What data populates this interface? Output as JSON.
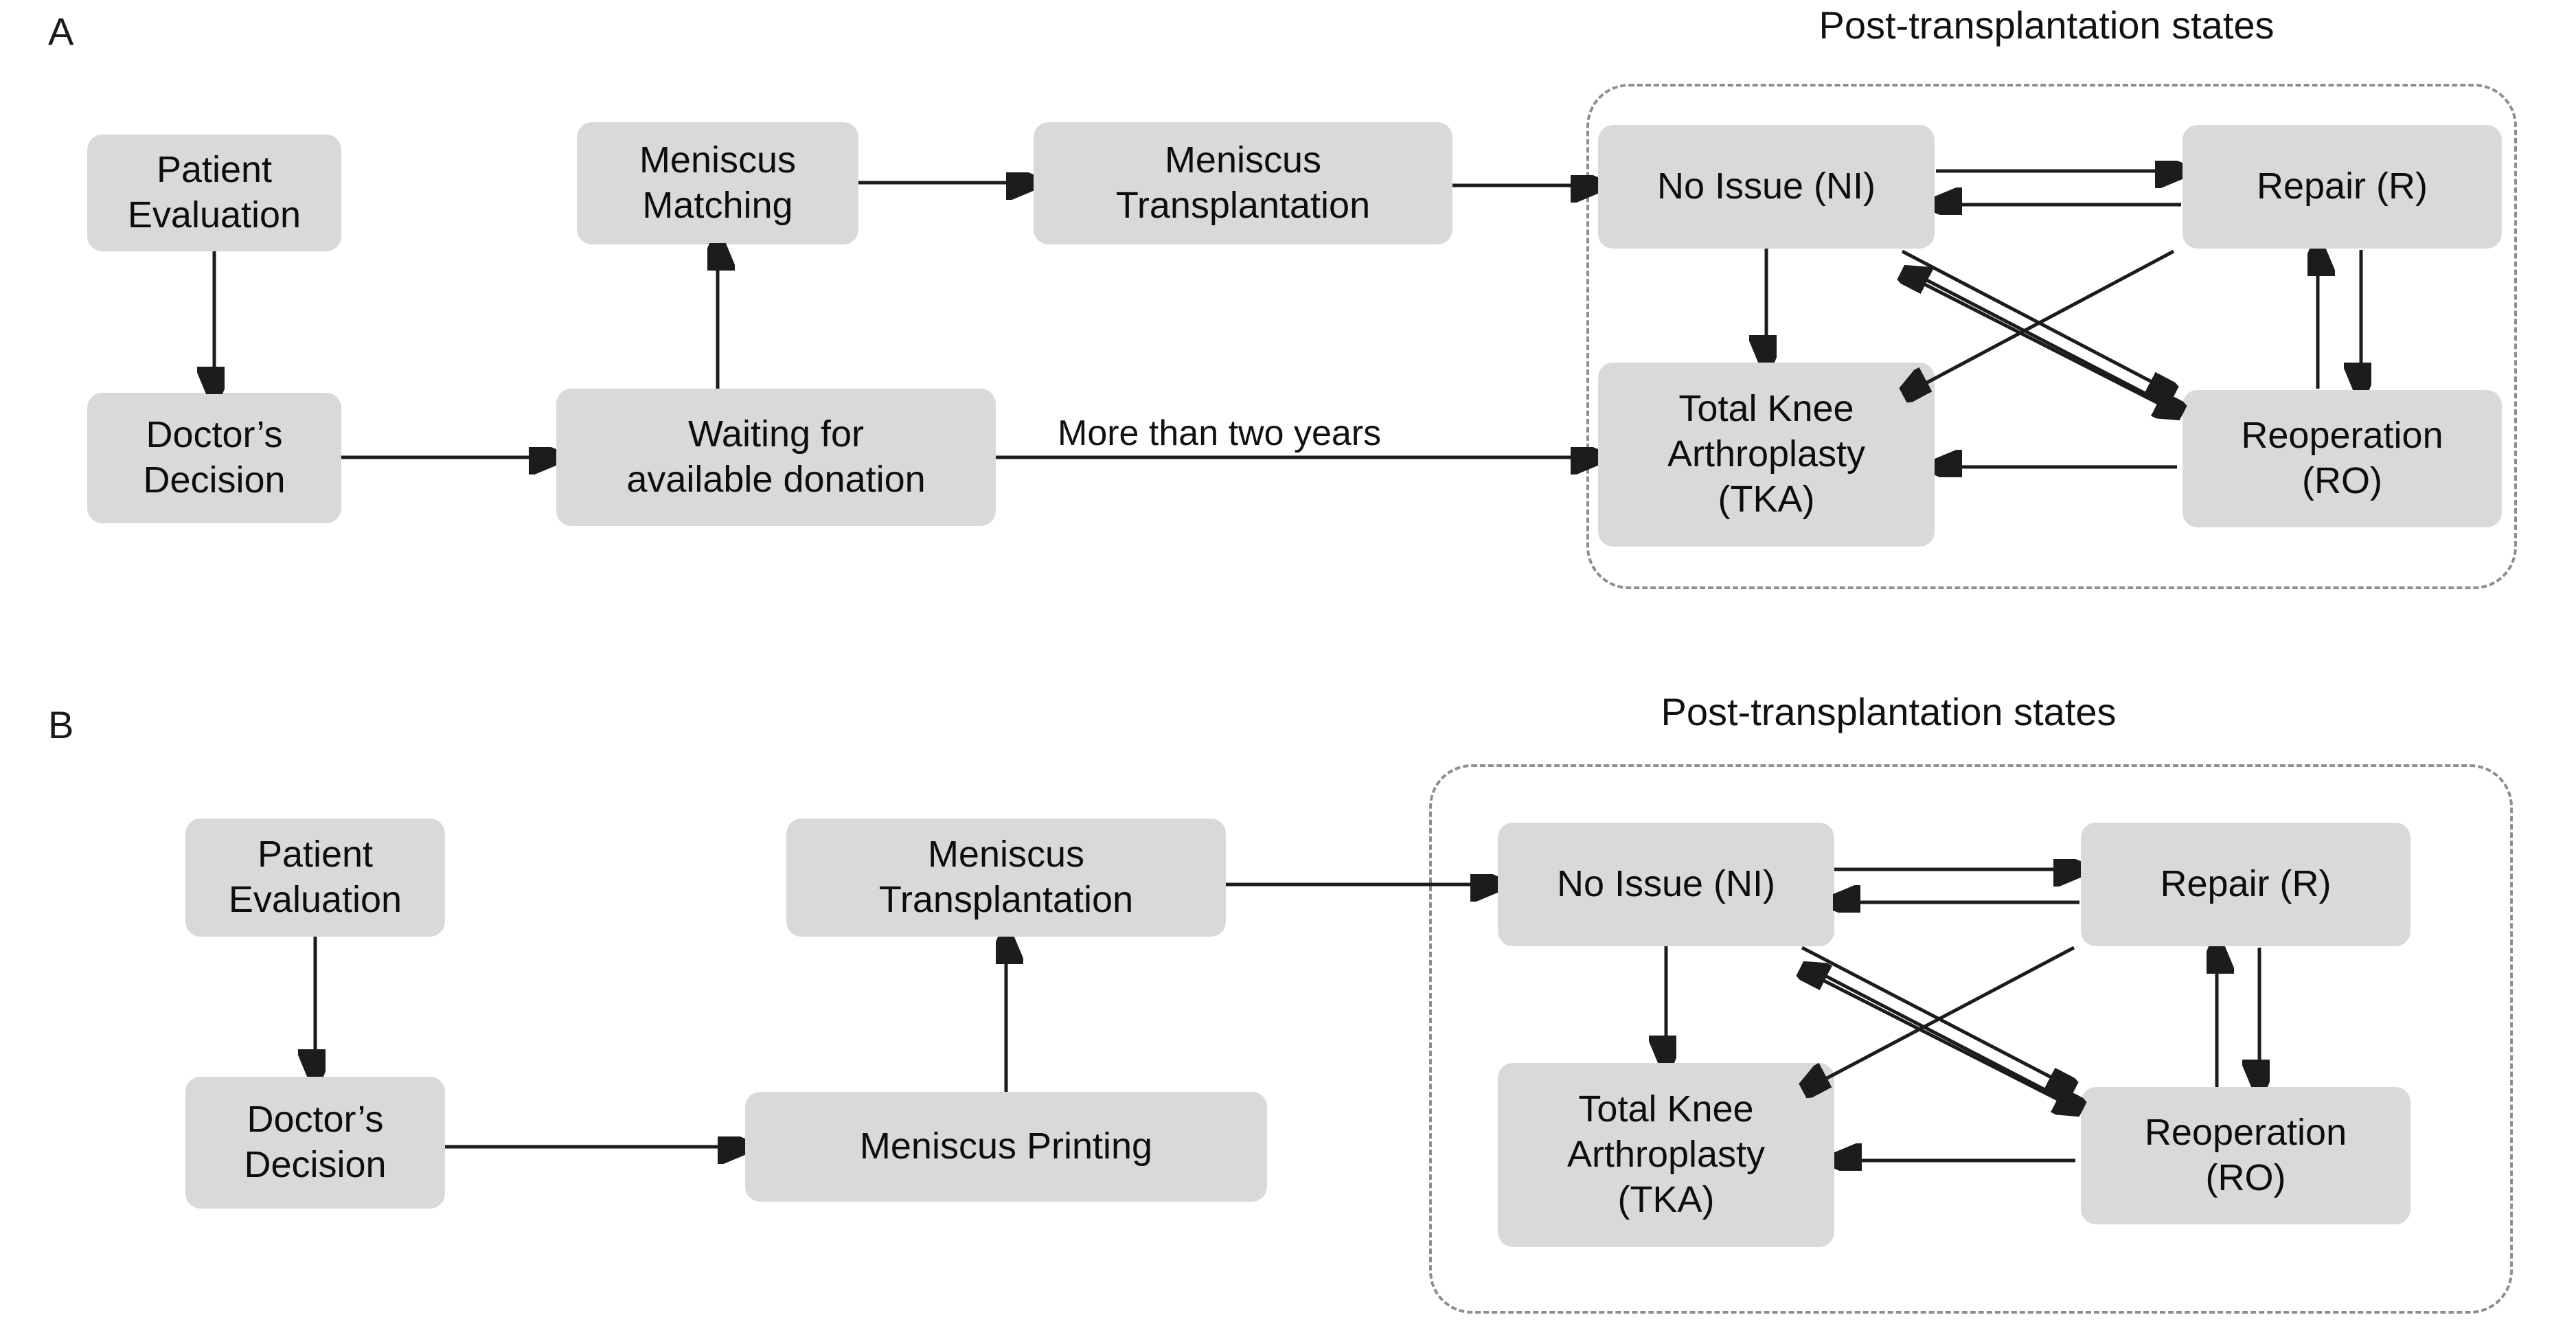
{
  "figure": {
    "background": "#ffffff",
    "node_fill": "#d9d9d9",
    "arrow_color": "#1c1c1c",
    "dashed_border_color": "#8e8e8e"
  },
  "panels": [
    {
      "id": "A",
      "letter": "A",
      "group_title": "Post-transplantation states",
      "nodes": [
        {
          "id": "a-patient-evaluation",
          "label": "Patient\nEvaluation"
        },
        {
          "id": "a-doctors-decision",
          "label": "Doctor’s\nDecision"
        },
        {
          "id": "a-meniscus-matching",
          "label": "Meniscus\nMatching"
        },
        {
          "id": "a-waiting-donation",
          "label": "Waiting for\navailable donation"
        },
        {
          "id": "a-meniscus-transplantation",
          "label": "Meniscus\nTransplantation"
        },
        {
          "id": "a-no-issue",
          "label": "No Issue (NI)"
        },
        {
          "id": "a-repair",
          "label": "Repair (R)"
        },
        {
          "id": "a-tka",
          "label": "Total Knee\nArthroplasty\n(TKA)"
        },
        {
          "id": "a-reoperation",
          "label": "Reoperation\n(RO)"
        }
      ],
      "edge_labels": [
        {
          "id": "a-more-than-two-years",
          "text": "More than two years"
        }
      ],
      "edges": [
        {
          "from": "a-patient-evaluation",
          "to": "a-doctors-decision"
        },
        {
          "from": "a-doctors-decision",
          "to": "a-waiting-donation"
        },
        {
          "from": "a-waiting-donation",
          "to": "a-meniscus-matching"
        },
        {
          "from": "a-meniscus-matching",
          "to": "a-meniscus-transplantation"
        },
        {
          "from": "a-meniscus-transplantation",
          "to": "a-no-issue"
        },
        {
          "from": "a-waiting-donation",
          "to": "a-tka",
          "label": "More than two years"
        },
        {
          "from": "a-no-issue",
          "to": "a-repair"
        },
        {
          "from": "a-repair",
          "to": "a-no-issue"
        },
        {
          "from": "a-no-issue",
          "to": "a-tka"
        },
        {
          "from": "a-no-issue",
          "to": "a-reoperation"
        },
        {
          "from": "a-repair",
          "to": "a-tka"
        },
        {
          "from": "a-reoperation",
          "to": "a-no-issue"
        },
        {
          "from": "a-repair",
          "to": "a-reoperation"
        },
        {
          "from": "a-reoperation",
          "to": "a-repair"
        },
        {
          "from": "a-reoperation",
          "to": "a-tka"
        }
      ]
    },
    {
      "id": "B",
      "letter": "B",
      "group_title": "Post-transplantation states",
      "nodes": [
        {
          "id": "b-patient-evaluation",
          "label": "Patient\nEvaluation"
        },
        {
          "id": "b-doctors-decision",
          "label": "Doctor’s\nDecision"
        },
        {
          "id": "b-meniscus-printing",
          "label": "Meniscus Printing"
        },
        {
          "id": "b-meniscus-transplantation",
          "label": "Meniscus\nTransplantation"
        },
        {
          "id": "b-no-issue",
          "label": "No Issue (NI)"
        },
        {
          "id": "b-repair",
          "label": "Repair (R)"
        },
        {
          "id": "b-tka",
          "label": "Total Knee\nArthroplasty\n(TKA)"
        },
        {
          "id": "b-reoperation",
          "label": "Reoperation\n(RO)"
        }
      ],
      "edge_labels": [],
      "edges": [
        {
          "from": "b-patient-evaluation",
          "to": "b-doctors-decision"
        },
        {
          "from": "b-doctors-decision",
          "to": "b-meniscus-printing"
        },
        {
          "from": "b-meniscus-printing",
          "to": "b-meniscus-transplantation"
        },
        {
          "from": "b-meniscus-transplantation",
          "to": "b-no-issue"
        },
        {
          "from": "b-no-issue",
          "to": "b-repair"
        },
        {
          "from": "b-repair",
          "to": "b-no-issue"
        },
        {
          "from": "b-no-issue",
          "to": "b-tka"
        },
        {
          "from": "b-no-issue",
          "to": "b-reoperation"
        },
        {
          "from": "b-repair",
          "to": "b-tka"
        },
        {
          "from": "b-reoperation",
          "to": "b-no-issue"
        },
        {
          "from": "b-repair",
          "to": "b-reoperation"
        },
        {
          "from": "b-reoperation",
          "to": "b-repair"
        },
        {
          "from": "b-reoperation",
          "to": "b-tka"
        }
      ]
    }
  ]
}
